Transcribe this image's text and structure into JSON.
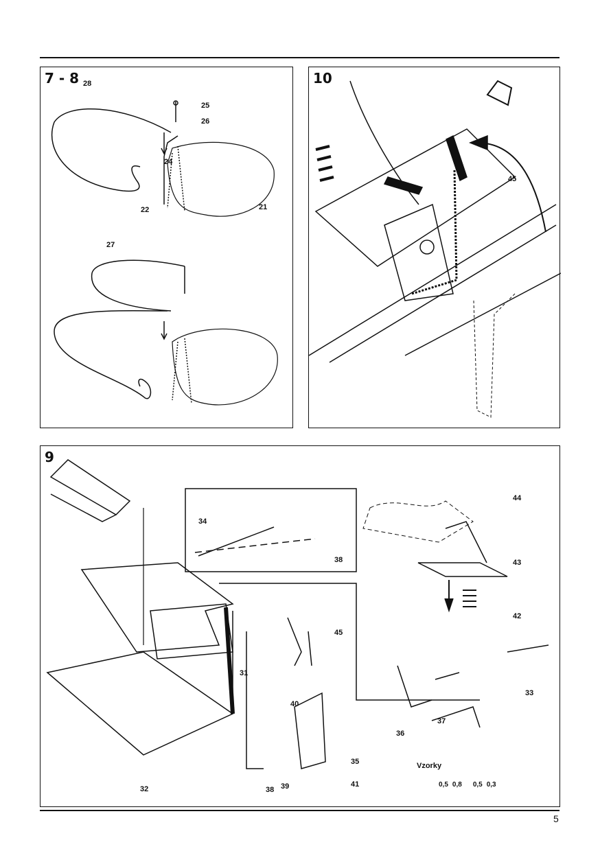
{
  "page_number": "5",
  "figures": {
    "fig78": {
      "title": "7 - 8",
      "labels": [
        "28",
        "25",
        "26",
        "24",
        "22",
        "21",
        "27"
      ]
    },
    "fig10": {
      "title": "10",
      "labels": [
        "45"
      ]
    },
    "fig9": {
      "title": "9",
      "labels": [
        "34",
        "38",
        "44",
        "43",
        "42",
        "33",
        "45",
        "31",
        "40",
        "37",
        "36",
        "35",
        "41",
        "38",
        "39",
        "32"
      ],
      "samples_title": "Vzorky",
      "samples_values": [
        "0,5",
        "0,8",
        "0,5",
        "0,3"
      ]
    }
  },
  "colors": {
    "ink": "#111111",
    "paper": "#ffffff"
  }
}
